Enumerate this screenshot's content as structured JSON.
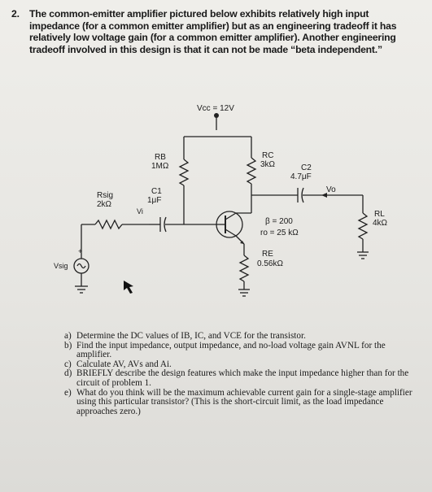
{
  "problem": {
    "number": "2.",
    "text": "The common-emitter amplifier pictured below exhibits relatively high input impedance (for a common emitter amplifier) but as an engineering tradeoff it has relatively low voltage gain (for a common emitter amplifier). Another engineering tradeoff involved in this design is that it can not be made “beta independent.”"
  },
  "circuit": {
    "vcc": "Vcc = 12V",
    "rb_name": "RB",
    "rb_value": "1MΩ",
    "rc_name": "RC",
    "rc_value": "3kΩ",
    "c2_name": "C2",
    "c2_value": "4.7μF",
    "c1_name": "C1",
    "c1_value": "1μF",
    "rsig_name": "Rsig",
    "rsig_value": "2kΩ",
    "vi": "Vi",
    "vo": "Vo",
    "rl_name": "RL",
    "rl_value": "4kΩ",
    "beta": "β = 200",
    "ro": "ro = 25 kΩ",
    "re_name": "RE",
    "re_value": "0.56kΩ",
    "vsig": "Vsig",
    "plus": "+"
  },
  "questions": [
    {
      "label": "a)",
      "text": "Determine the DC values of IB, IC, and VCE for the transistor."
    },
    {
      "label": "b)",
      "text": "Find the input impedance, output impedance, and no-load voltage gain AVNL for the amplifier."
    },
    {
      "label": "c)",
      "text": "Calculate AV, AVs and Ai."
    },
    {
      "label": "d)",
      "text": "BRIEFLY describe the design features which make the input impedance higher than for the circuit of problem 1."
    },
    {
      "label": "e)",
      "text": "What do you think will be the maximum achievable current gain for a single-stage amplifier using this particular transistor? (This is the short-circuit limit, as the load impedance approaches zero.)"
    }
  ]
}
